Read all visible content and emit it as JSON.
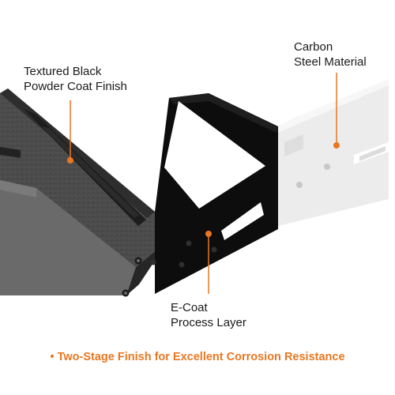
{
  "labels": {
    "powder_coat": {
      "line1": "Textured Black",
      "line2": "Powder Coat Finish"
    },
    "carbon_steel": {
      "line1": "Carbon",
      "line2": "Steel Material"
    },
    "ecoat": {
      "line1": "E-Coat",
      "line2": "Process Layer"
    }
  },
  "caption": {
    "bullet": "•",
    "text": "Two-Stage Finish for Excellent Corrosion Resistance"
  },
  "colors": {
    "accent": "#e87722",
    "powder_coat": "#4a4a4a",
    "ecoat": "#0d0d0d",
    "raw_steel": "#ececec"
  }
}
